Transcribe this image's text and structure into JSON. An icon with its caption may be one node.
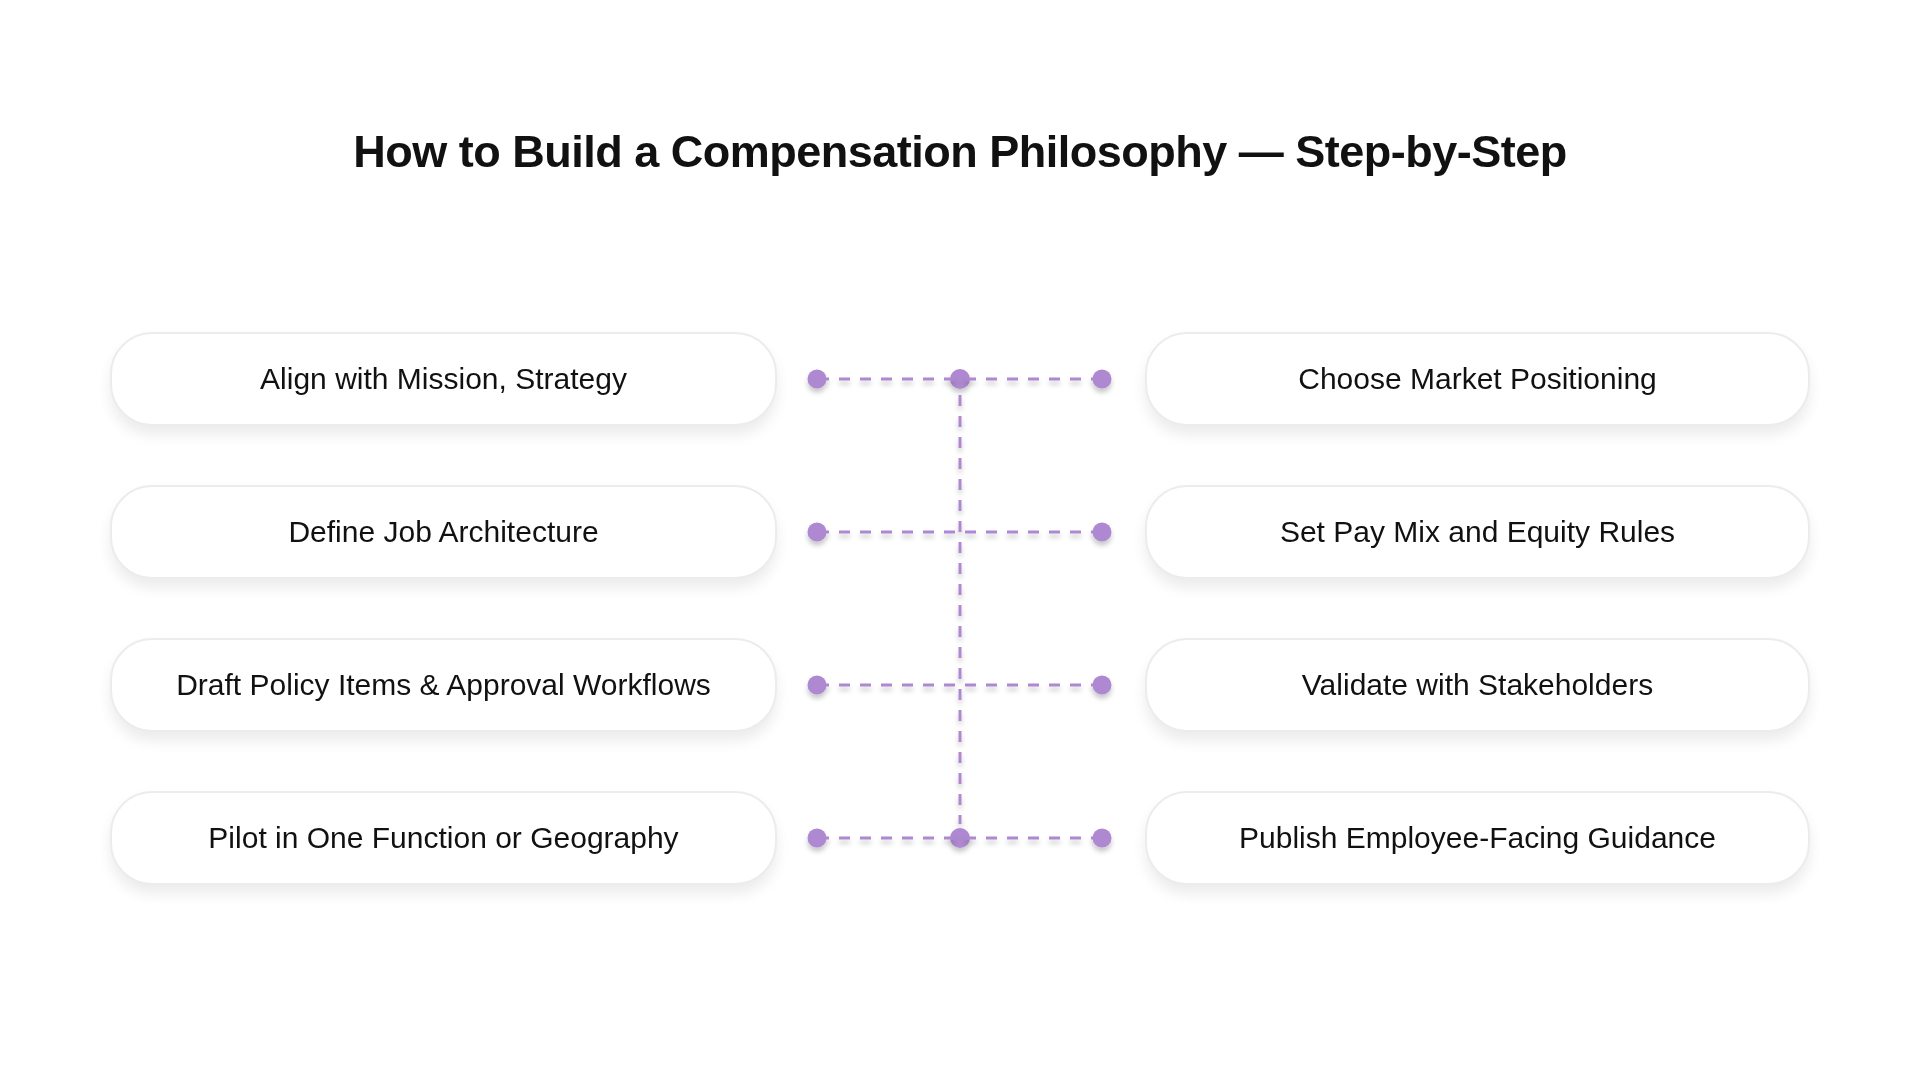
{
  "diagram": {
    "title": "How to Build a Compensation Philosophy — Step-by-Step",
    "nodes": [
      {
        "text": [
          "Align with Mission, Strategy"
        ]
      },
      {
        "text": [
          "Choose Market Positioning"
        ]
      },
      {
        "text": [
          "Define Job Architecture"
        ]
      },
      {
        "text": [
          "Set Pay Mix and Equity Rules"
        ]
      },
      {
        "text": [
          "Draft Policy Items & Approval Workflows"
        ]
      },
      {
        "text": [
          "Validate with Stakeholders"
        ]
      },
      {
        "text": [
          "Pilot in One Function or Geography"
        ]
      },
      {
        "text": [
          "Publish Employee-Facing Guidance"
        ]
      }
    ],
    "edges": [
      {
        "from": 0,
        "to": 1,
        "arrow": "other",
        "style": "dashed"
      },
      {
        "from": 2,
        "to": 3,
        "arrow": "other",
        "style": "dashed"
      },
      {
        "from": 4,
        "to": 5,
        "arrow": "other",
        "style": "dashed"
      },
      {
        "from": 6,
        "to": 7,
        "arrow": "other",
        "style": "dashed"
      }
    ]
  }
}
